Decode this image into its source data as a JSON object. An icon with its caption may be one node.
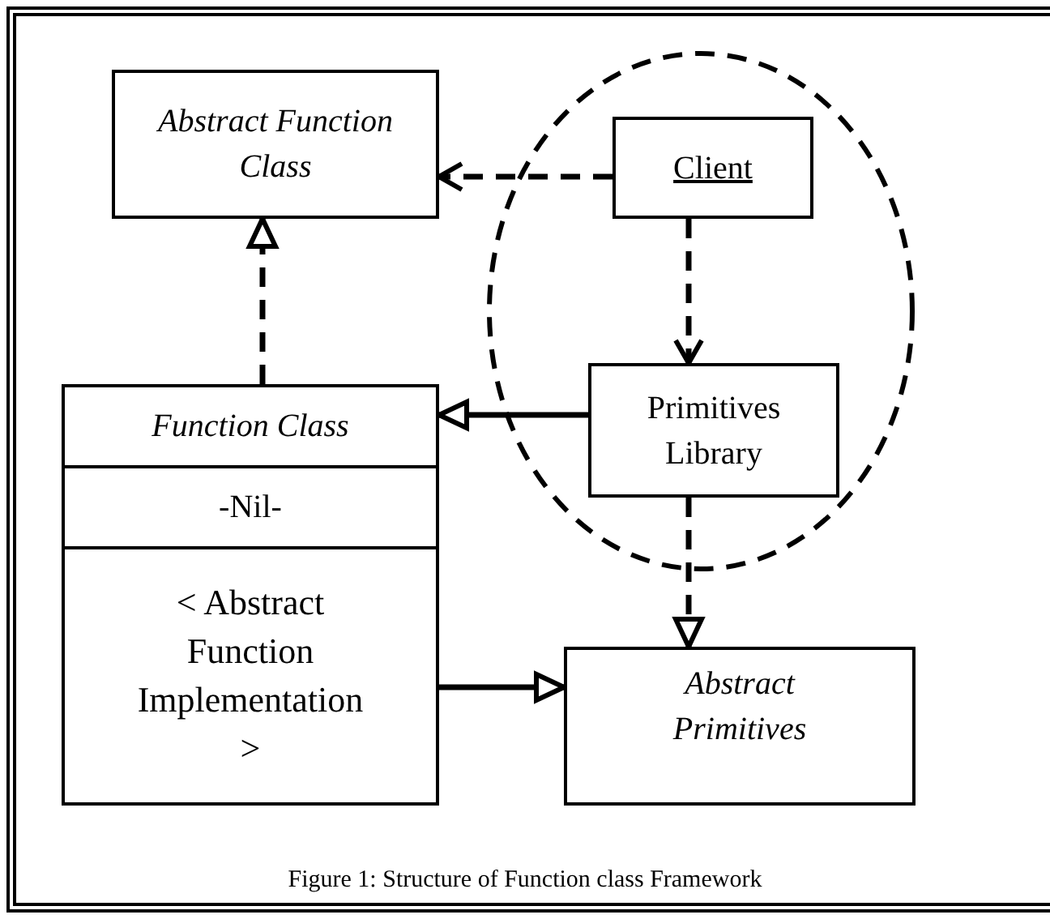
{
  "diagram": {
    "caption": "Figure 1: Structure of Function class Framework",
    "nodes": [
      {
        "text": [
          "Abstract Function Class"
        ]
      },
      {
        "text": [],
        "shape": "ellipse"
      },
      {
        "text": [
          "Client"
        ],
        "in": 1
      },
      {
        "text": [
          "Primitives Library"
        ],
        "in": 1
      },
      {
        "text": [
          "Function Class",
          "-Nil-",
          "< Abstract Function Implementation >"
        ]
      },
      {
        "text": [
          "Abstract Primitives"
        ]
      }
    ],
    "edges": [
      {
        "from": 2,
        "to": 0,
        "arrow": "to",
        "style": "dashed"
      },
      {
        "from": 4,
        "to": 0,
        "arrow": "to",
        "style": "dashed"
      },
      {
        "from": 2,
        "to": 3,
        "arrow": "to",
        "style": "dashed"
      },
      {
        "from": 3,
        "to": 4,
        "arrow": "to"
      },
      {
        "from": 3,
        "to": 5,
        "arrow": "to",
        "style": "dashed"
      },
      {
        "from": 4,
        "to": 5,
        "arrow": "to"
      }
    ]
  }
}
